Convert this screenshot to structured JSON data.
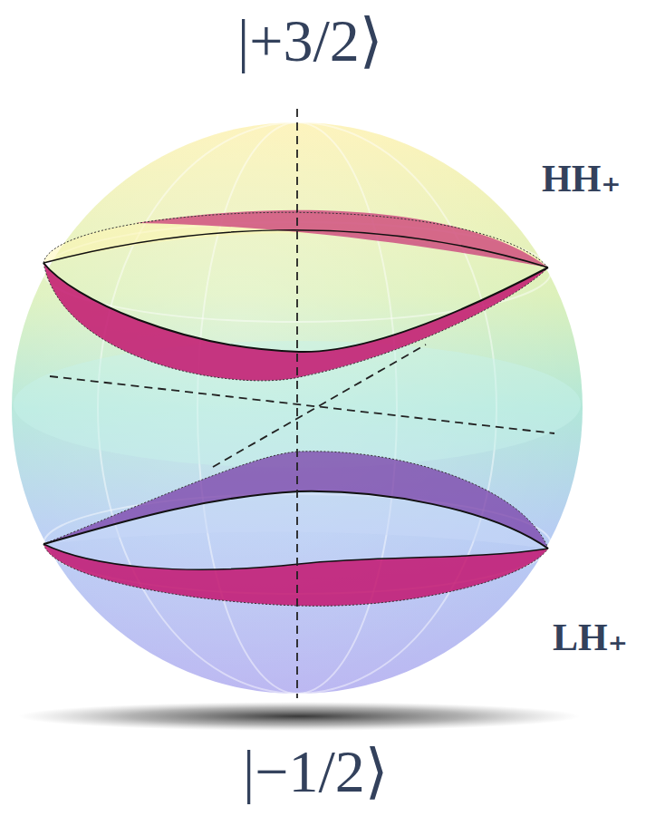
{
  "diagram": {
    "labels": [
      "|+3/2⟩",
      "HH₊",
      "LH₊",
      "|−1/2⟩"
    ]
  }
}
